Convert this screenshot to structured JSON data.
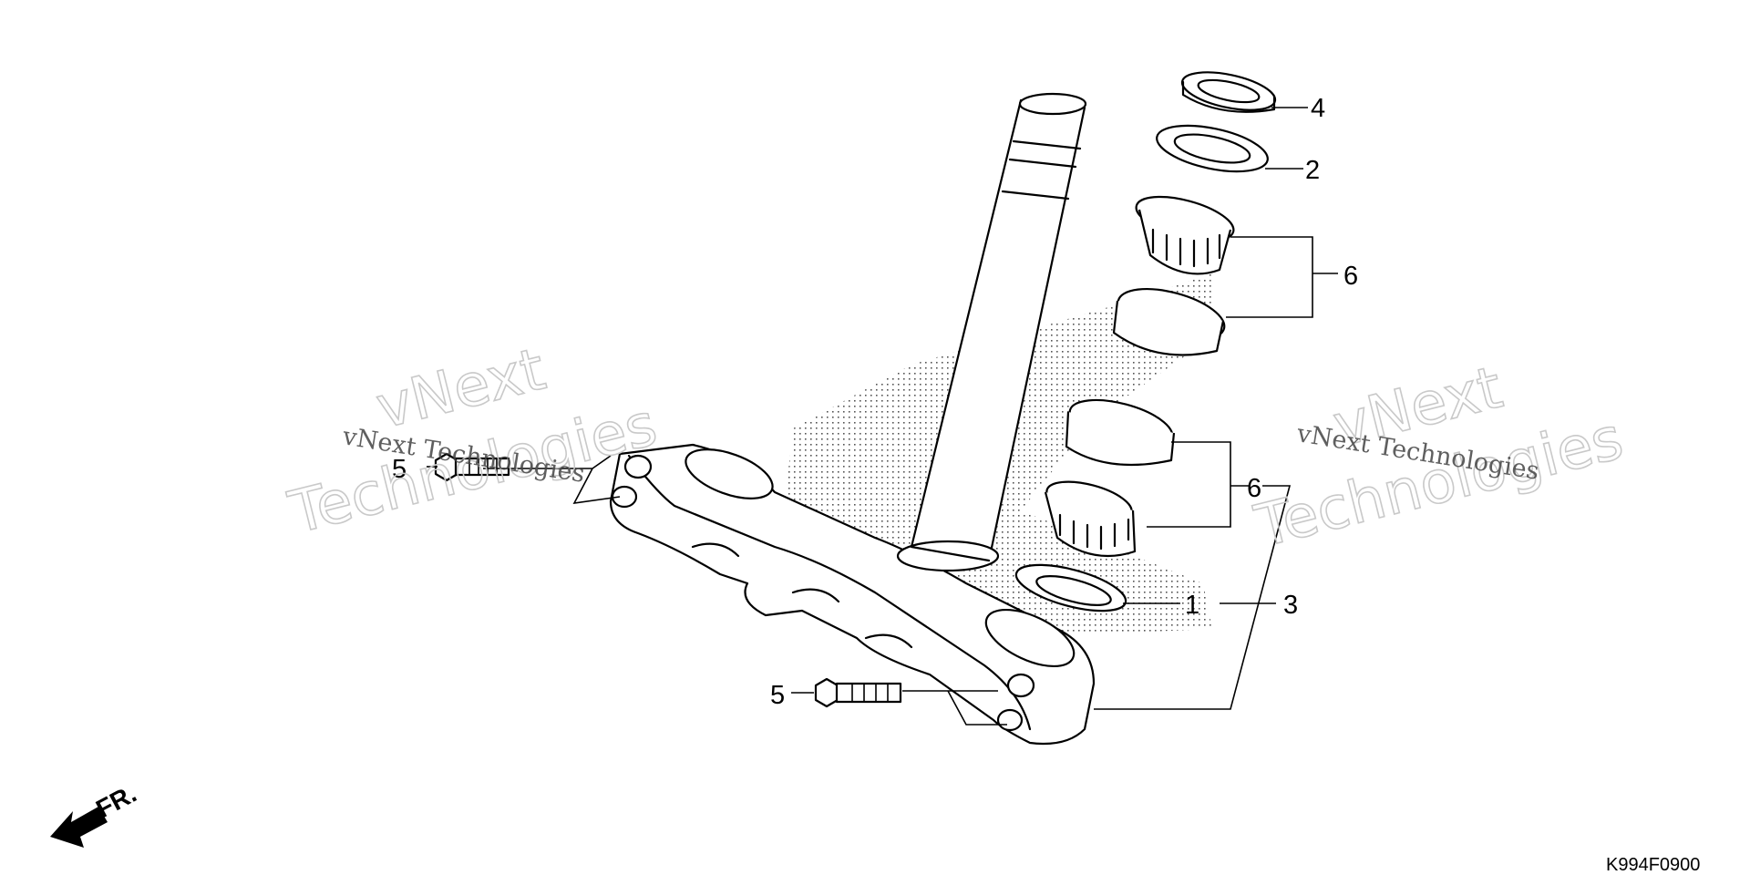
{
  "callouts": {
    "c1": "1",
    "c2": "2",
    "c3": "3",
    "c4": "4",
    "c5a": "5",
    "c5b": "5",
    "c6a": "6",
    "c6b": "6"
  },
  "direction_label": "FR.",
  "diagram_code": "K994F0900",
  "watermarks": {
    "small": "vNext Technologies",
    "big_line1": "vNext",
    "big_line2": "Technologies"
  },
  "colors": {
    "line": "#000000",
    "background": "#ffffff",
    "shading": "#555555",
    "watermark": "#c9c9c9"
  }
}
